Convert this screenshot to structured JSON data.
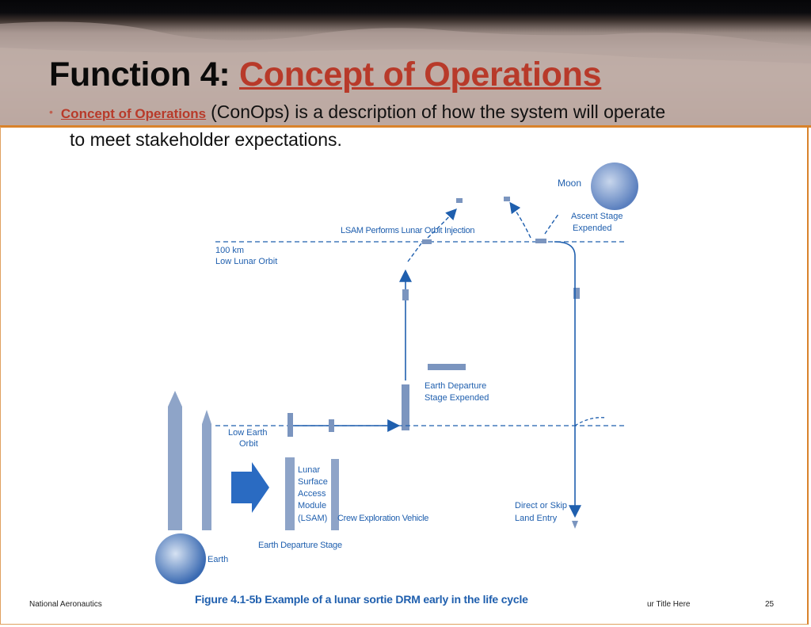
{
  "slide": {
    "title_prefix": "Function 4: ",
    "title_accent": "Concept of Operations",
    "bullet_term": "Concept of Operations",
    "bullet_rest": "(ConOps) is a description of how the system will operate",
    "bullet_line2": "to meet stakeholder expectations."
  },
  "diagram": {
    "moon": "Moon",
    "lsam_injection": "LSAM Performs Lunar Orbit Injection",
    "ascent_stage": [
      "Ascent Stage",
      "Expended"
    ],
    "lunar_orbit": [
      "100 km",
      "Low Lunar Orbit"
    ],
    "eds_expended": [
      "Earth Departure",
      "Stage Expended"
    ],
    "low_earth_orbit": [
      "Low Earth",
      "Orbit"
    ],
    "lsam": [
      "Lunar",
      "Surface",
      "Access",
      "Module",
      "(LSAM)"
    ],
    "cev": "Crew Exploration Vehicle",
    "eds": "Earth Departure Stage",
    "land_entry": [
      "Direct or Skip",
      "Land Entry"
    ],
    "earth": "Earth",
    "caption": "Figure 4.1-5b  Example of a lunar sortie DRM early in the life cycle"
  },
  "footer": {
    "left": "National Aeronautics",
    "middle": "ur Title Here",
    "page": "25"
  },
  "colors": {
    "accent_red": "#b83a2a",
    "diagram_blue": "#1f5fae",
    "rule_orange": "#d9822b"
  }
}
